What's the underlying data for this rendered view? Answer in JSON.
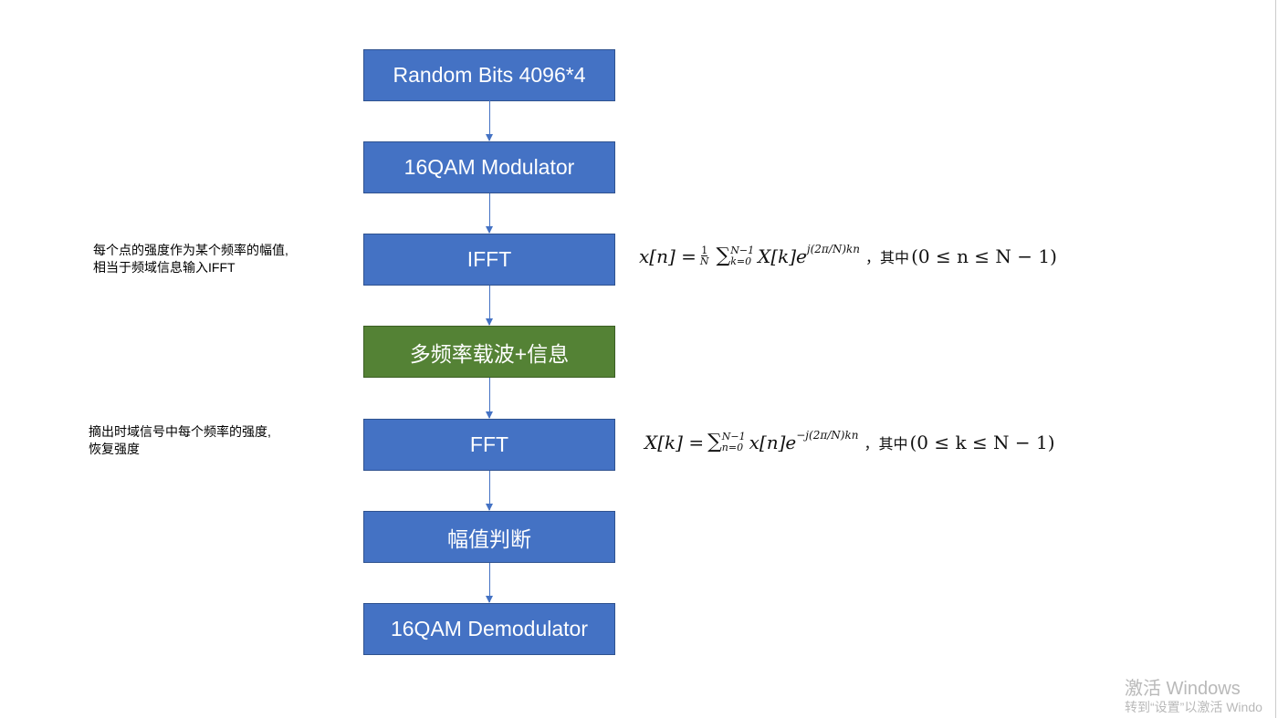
{
  "blocks": [
    {
      "label": "Random Bits 4096*4",
      "color": "#4472C4"
    },
    {
      "label": "16QAM Modulator",
      "color": "#4472C4"
    },
    {
      "label": "IFFT",
      "color": "#4472C4"
    },
    {
      "label": "多频率载波+信息",
      "color": "#548235"
    },
    {
      "label": "FFT",
      "color": "#4472C4"
    },
    {
      "label": "幅值判断",
      "color": "#4472C4"
    },
    {
      "label": "16QAM Demodulator",
      "color": "#4472C4"
    }
  ],
  "notes": {
    "ifft_line1": "每个点的强度作为某个频率的幅值,",
    "ifft_line2": "相当于频域信息输入IFFT",
    "fft_line1": "摘出时域信号中每个频率的强度,",
    "fft_line2": "恢复强度"
  },
  "formulas": {
    "ifft": {
      "lhs": "x[n] = ",
      "num": "1",
      "den": "N",
      "upper": "N−1",
      "lower": "k=0",
      "term": "X[k]e",
      "exp": "j(2π/N)kn",
      "sep": "，其中",
      "cond": "(0 ≤ n ≤ N − 1)"
    },
    "fft": {
      "lhs": "X[k] = ",
      "upper": "N−1",
      "lower": "n=0",
      "term": "x[n]e",
      "exp": "−j(2π/N)kn",
      "sep": "，其中",
      "cond": "(0 ≤ k ≤ N − 1)"
    }
  },
  "watermark": {
    "title": "激活 Windows",
    "subtitle": "转到“设置”以激活 Windo"
  }
}
